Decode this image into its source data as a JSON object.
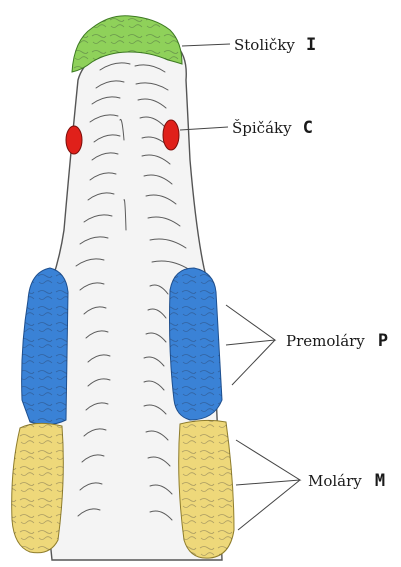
{
  "labels": {
    "incisors": {
      "name": "Stoličky",
      "letter": "I"
    },
    "canines": {
      "name": "Špičáky",
      "letter": "C"
    },
    "premolars": {
      "name": "Premoláry",
      "letter": "P"
    },
    "molars": {
      "name": "Moláry",
      "letter": "M"
    }
  },
  "colors": {
    "incisors": "#8fd15a",
    "canines": "#e0201a",
    "premolars": "#3a82d6",
    "molars": "#eed87a",
    "palate": "#f4f4f4",
    "outline": "#555555",
    "ridges": "#5a5a5a"
  }
}
